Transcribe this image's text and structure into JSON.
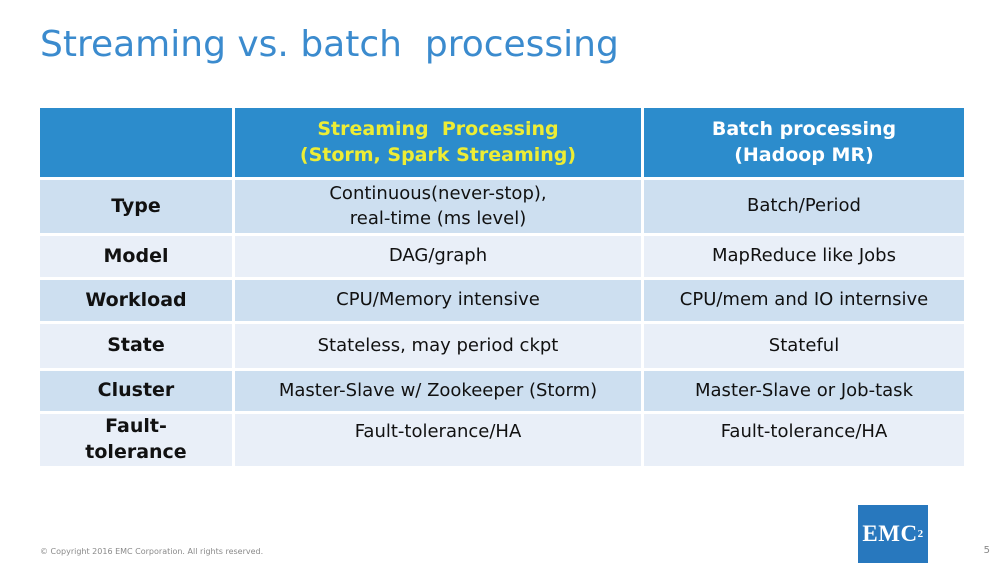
{
  "slide": {
    "title": "Streaming vs. batch  processing",
    "page_number": "5",
    "copyright": "© Copyright 2016 EMC Corporation. All rights reserved.",
    "logo": {
      "text": "EMC",
      "superscript": "2"
    }
  },
  "table": {
    "header": {
      "row_label_col": "",
      "streaming_col": "Streaming  Processing\n(Storm, Spark Streaming)",
      "batch_col": "Batch processing\n(Hadoop MR)"
    },
    "rows": [
      {
        "label": "Type",
        "streaming": "Continuous(never-stop),\nreal-time (ms level)",
        "batch": "Batch/Period"
      },
      {
        "label": "Model",
        "streaming": "DAG/graph",
        "batch": "MapReduce like Jobs"
      },
      {
        "label": "Workload",
        "streaming": "CPU/Memory intensive",
        "batch": "CPU/mem and IO internsive"
      },
      {
        "label": "State",
        "streaming": "Stateless, may period ckpt",
        "batch": "Stateful"
      },
      {
        "label": "Cluster",
        "streaming": "Master-Slave w/ Zookeeper (Storm)",
        "batch": "Master-Slave or Job-task"
      },
      {
        "label": "Fault-\ntolerance",
        "streaming": "Fault-tolerance/HA",
        "batch": "Fault-tolerance/HA"
      }
    ]
  },
  "colors": {
    "title_text": "#3b8bce",
    "header_bg": "#2c8ccc",
    "header_streaming_text": "#eded35",
    "header_batch_text": "#ffffff",
    "row_dark_bg": "#cddff0",
    "row_light_bg": "#e9eff8",
    "logo_bg": "#2878be",
    "footer_text": "#8a8a8a"
  }
}
